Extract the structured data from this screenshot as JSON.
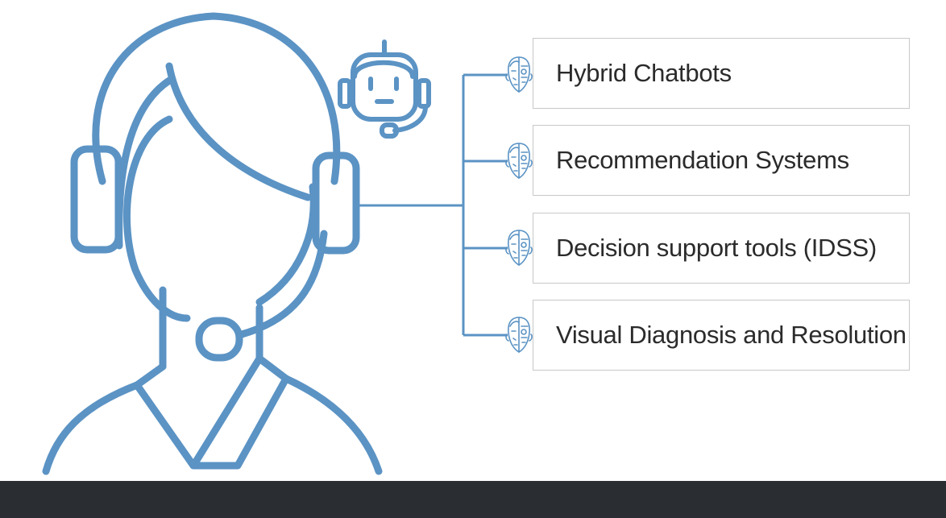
{
  "colors": {
    "line": "#5b93c4",
    "footer": "#2a2d32",
    "box_border": "#c8c8c8",
    "text": "#2b2b2b"
  },
  "items": [
    {
      "label": "Hybrid Chatbots",
      "icon": "robot-face-icon"
    },
    {
      "label": "Recommendation Systems",
      "icon": "robot-face-icon"
    },
    {
      "label": "Decision support tools (IDSS)",
      "icon": "robot-face-icon"
    },
    {
      "label": "Visual Diagnosis and Resolution",
      "icon": "robot-face-icon"
    }
  ],
  "illustration": {
    "agent_icon": "support-agent-headset-icon",
    "robot_icon": "chatbot-robot-headset-icon"
  }
}
